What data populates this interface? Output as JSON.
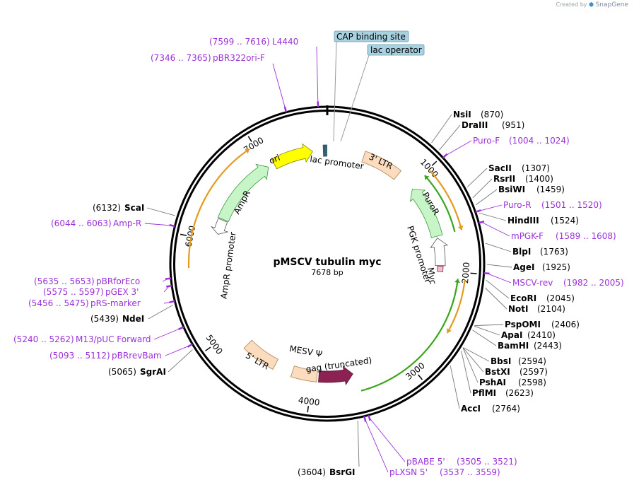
{
  "credit": {
    "prefix": "Created by",
    "brand": "SnapGene"
  },
  "plasmid": {
    "name": "pMSCV tubulin myc",
    "length_label": "7678 bp",
    "length": 7678
  },
  "ticks": [
    {
      "pos": 1000,
      "label": "1000"
    },
    {
      "pos": 2000,
      "label": "2000"
    },
    {
      "pos": 3000,
      "label": "3000"
    },
    {
      "pos": 4000,
      "label": "4000"
    },
    {
      "pos": 5000,
      "label": "5000"
    },
    {
      "pos": 6000,
      "label": "6000"
    },
    {
      "pos": 7000,
      "label": "7000"
    }
  ],
  "callouts": [
    {
      "text": "CAP binding site",
      "pos": 7668
    },
    {
      "text": "lac operator",
      "pos": 7678
    }
  ],
  "left_labels": [
    {
      "pos_text": "(7599 .. 7616)",
      "name": "L4440",
      "kind": "primer",
      "pos": 7607
    },
    {
      "pos_text": "(7346 .. 7365)",
      "name": "pBR322ori-F",
      "kind": "primer",
      "pos": 7355
    },
    {
      "pos_text": "(6132)",
      "name": "ScaI",
      "kind": "enzyme",
      "pos": 6132
    },
    {
      "pos_text": "(6044 .. 6063)",
      "name": "Amp-R",
      "kind": "primer",
      "pos": 6053
    },
    {
      "pos_text": "(5635 .. 5653)",
      "name": "pBRforEco",
      "kind": "primer",
      "pos": 5644
    },
    {
      "pos_text": "(5575 .. 5597)",
      "name": "pGEX 3'",
      "kind": "primer",
      "pos": 5586
    },
    {
      "pos_text": "(5456 .. 5475)",
      "name": "pRS-marker",
      "kind": "primer",
      "pos": 5465
    },
    {
      "pos_text": "(5439)",
      "name": "NdeI",
      "kind": "enzyme",
      "pos": 5439
    },
    {
      "pos_text": "(5240 .. 5262)",
      "name": "M13/pUC Forward",
      "kind": "primer",
      "pos": 5251
    },
    {
      "pos_text": "(5093 .. 5112)",
      "name": "pBRrevBam",
      "kind": "primer",
      "pos": 5102
    },
    {
      "pos_text": "(5065)",
      "name": "SgrAI",
      "kind": "enzyme",
      "pos": 5065
    },
    {
      "pos_text": "(3604)",
      "name": "BsrGI",
      "kind": "enzyme",
      "pos": 3604
    }
  ],
  "right_labels": [
    {
      "name": "NsiI",
      "pos_text": "(870)",
      "kind": "enzyme",
      "pos": 870
    },
    {
      "name": "DraIII",
      "pos_text": "(951)",
      "kind": "enzyme",
      "pos": 951
    },
    {
      "name": "Puro-F",
      "pos_text": "(1004 .. 1024)",
      "kind": "primer",
      "pos": 1014
    },
    {
      "name": "SacII",
      "pos_text": "(1307)",
      "kind": "enzyme",
      "pos": 1307
    },
    {
      "name": "RsrII",
      "pos_text": "(1400)",
      "kind": "enzyme",
      "pos": 1400
    },
    {
      "name": "BsiWI",
      "pos_text": "(1459)",
      "kind": "enzyme",
      "pos": 1459
    },
    {
      "name": "Puro-R",
      "pos_text": "(1501 .. 1520)",
      "kind": "primer",
      "pos": 1510
    },
    {
      "name": "HindIII",
      "pos_text": "(1524)",
      "kind": "enzyme",
      "pos": 1524
    },
    {
      "name": "mPGK-F",
      "pos_text": "(1589 .. 1608)",
      "kind": "primer",
      "pos": 1598
    },
    {
      "name": "BlpI",
      "pos_text": "(1763)",
      "kind": "enzyme",
      "pos": 1763
    },
    {
      "name": "AgeI",
      "pos_text": "(1925)",
      "kind": "enzyme",
      "pos": 1925
    },
    {
      "name": "MSCV-rev",
      "pos_text": "(1982 .. 2005)",
      "kind": "primer",
      "pos": 1993
    },
    {
      "name": "EcoRI",
      "pos_text": "(2045)",
      "kind": "enzyme",
      "pos": 2045
    },
    {
      "name": "NotI",
      "pos_text": "(2104)",
      "kind": "enzyme",
      "pos": 2104
    },
    {
      "name": "PspOMI",
      "pos_text": "(2406)",
      "kind": "enzyme",
      "pos": 2406
    },
    {
      "name": "ApaI",
      "pos_text": "(2410)",
      "kind": "enzyme",
      "pos": 2410
    },
    {
      "name": "BamHI",
      "pos_text": "(2443)",
      "kind": "enzyme",
      "pos": 2443
    },
    {
      "name": "BbsI",
      "pos_text": "(2594)",
      "kind": "enzyme",
      "pos": 2594
    },
    {
      "name": "BstXI",
      "pos_text": "(2597)",
      "kind": "enzyme",
      "pos": 2597
    },
    {
      "name": "PshAI",
      "pos_text": "(2598)",
      "kind": "enzyme",
      "pos": 2598
    },
    {
      "name": "PflMI",
      "pos_text": "(2623)",
      "kind": "enzyme",
      "pos": 2623
    },
    {
      "name": "AccI",
      "pos_text": "(2764)",
      "kind": "enzyme",
      "pos": 2764
    },
    {
      "name": "pBABE 5'",
      "pos_text": "(3505 .. 3521)",
      "kind": "primer",
      "pos": 3513
    },
    {
      "name": "pLXSN 5'",
      "pos_text": "(3537 .. 3559)",
      "kind": "primer",
      "pos": 3548
    }
  ],
  "features": [
    {
      "name": "ori",
      "color": "#ffff00"
    },
    {
      "name": "lac promoter",
      "color": "#b9dcef"
    },
    {
      "name": "3' LTR",
      "color": "#fbdcbf"
    },
    {
      "name": "PuroR",
      "color": "#c8f5c8"
    },
    {
      "name": "PGK promoter",
      "color": "#ffffff"
    },
    {
      "name": "Myc",
      "color": "#f0c0c8"
    },
    {
      "name": "AmpR",
      "color": "#c8f5c8"
    },
    {
      "name": "AmpR promoter",
      "color": "#ffffff"
    },
    {
      "name": "5' LTR",
      "color": "#fbdcbf"
    },
    {
      "name": "MESV Ψ",
      "color": "#000000"
    },
    {
      "name": "gag (truncated)",
      "color": "#8b2252"
    }
  ],
  "colors": {
    "primer": "#9b30d9",
    "orf_orange": "#e59a1f",
    "orf_green": "#3ba51c",
    "backbone": "#000000",
    "callout_fill": "#a8d2df"
  }
}
